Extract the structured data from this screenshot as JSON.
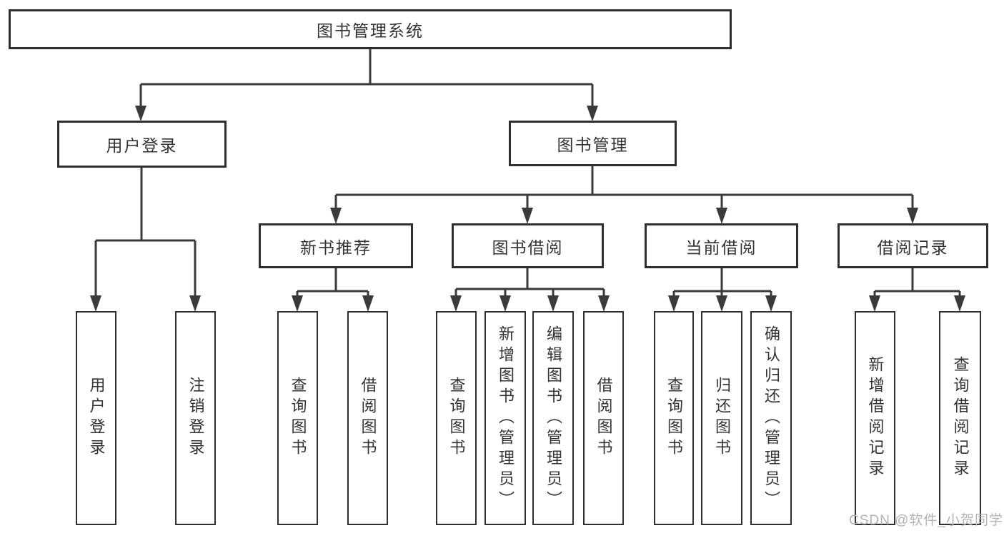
{
  "diagram": {
    "title": "图书管理系统",
    "nodes": {
      "root": "图书管理系统",
      "user_login": "用户登录",
      "book_management": "图书管理",
      "new_book_recommendation": "新书推荐",
      "book_borrowing": "图书借阅",
      "current_borrowing": "当前借阅",
      "borrowing_records": "借阅记录",
      "leaves": {
        "user_login_children": [
          "用户登录",
          "注销登录"
        ],
        "new_book_children": [
          "查询图书",
          "借阅图书"
        ],
        "book_borrowing_children": [
          "查询图书",
          "新增图书（管理员）",
          "编辑图书（管理员）",
          "借阅图书"
        ],
        "current_borrowing_children": [
          "查询图书",
          "归还图书",
          "确认归还（管理员）"
        ],
        "borrowing_records_children": [
          "新增借阅记录",
          "查询借阅记录"
        ]
      }
    },
    "colors": {
      "line": "#3a3a3a",
      "box_border": "#2f2f2f",
      "text": "#333333",
      "background": "#ffffff",
      "watermark": "#b3b3b3"
    },
    "watermark": "CSDN @软件_小贺同学"
  }
}
